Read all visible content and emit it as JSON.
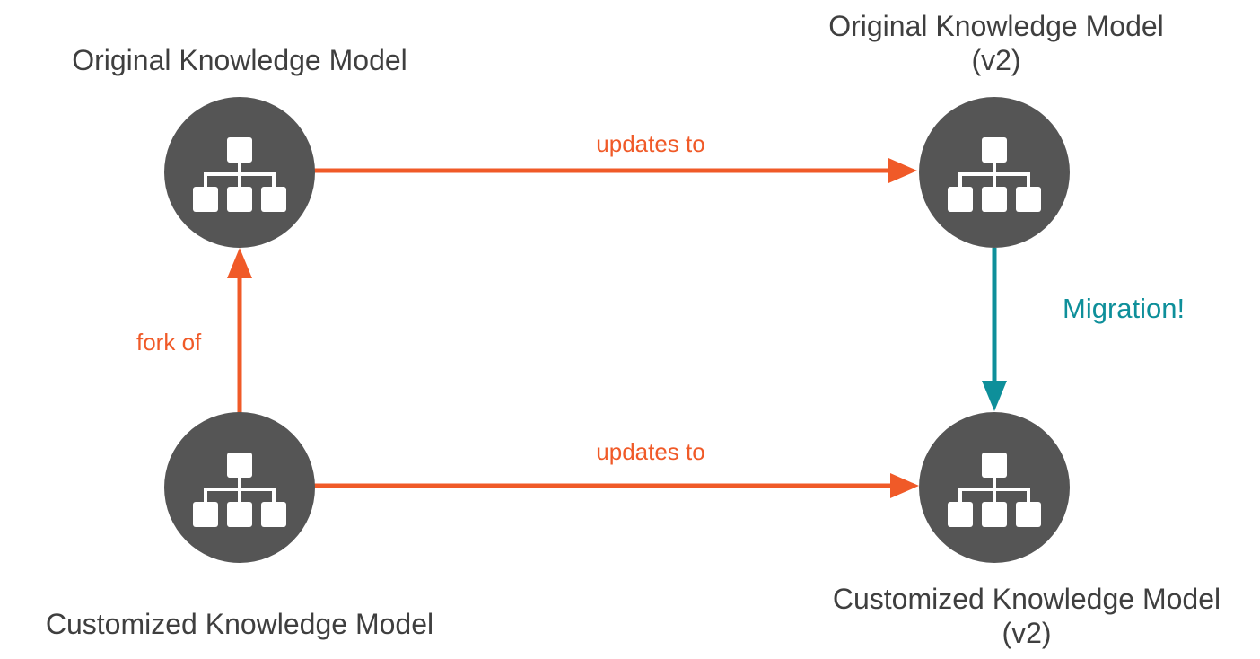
{
  "nodes": {
    "original": {
      "label": "Original Knowledge Model"
    },
    "original_v2": {
      "label_line1": "Original Knowledge Model",
      "label_line2": "(v2)"
    },
    "customized": {
      "label": "Customized Knowledge Model"
    },
    "customized_v2": {
      "label_line1": "Customized Knowledge Model",
      "label_line2": "(v2)"
    }
  },
  "edges": {
    "original_updates": {
      "label": "updates to"
    },
    "customized_updates": {
      "label": "updates to"
    },
    "fork": {
      "label": "fork of"
    },
    "migration": {
      "label": "Migration!"
    }
  },
  "icons": {
    "node_icon": "hierarchy-icon"
  },
  "colors": {
    "node_fill": "#555555",
    "icon_fill": "#ffffff",
    "update_arrow": "#f05a28",
    "migration_arrow": "#0e8f9a",
    "text": "#3f3f3f"
  }
}
